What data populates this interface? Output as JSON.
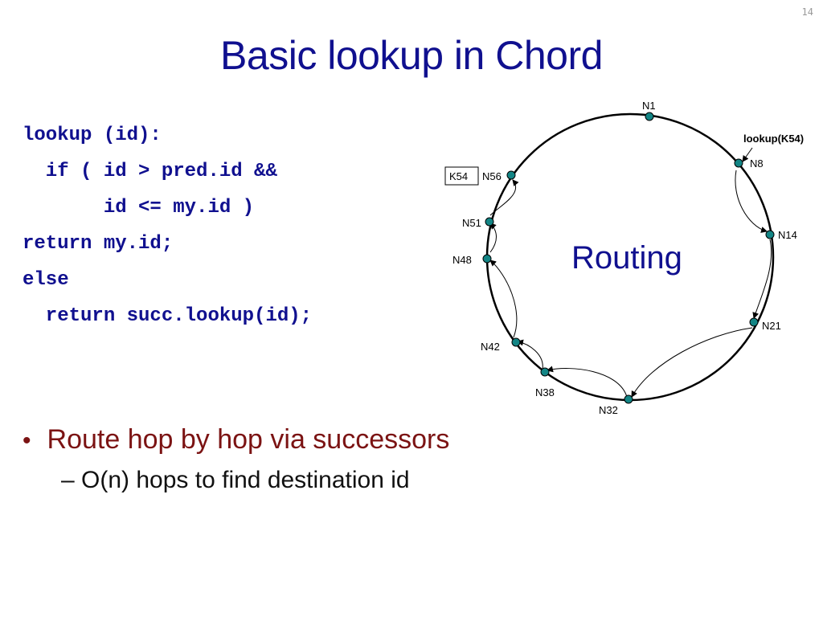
{
  "slide_number": "14",
  "title": "Basic lookup in Chord",
  "code": [
    "lookup (id):",
    "  if ( id > pred.id &&",
    "       id <= my.id )",
    "return my.id;",
    "else",
    "  return succ.lookup(id);"
  ],
  "diagram": {
    "center_label": "Routing",
    "lookup_label": "lookup(K54)",
    "key_label": "K54",
    "nodes": [
      "N1",
      "N8",
      "N14",
      "N21",
      "N32",
      "N38",
      "N42",
      "N48",
      "N51",
      "N56"
    ],
    "node_color": "#138585"
  },
  "bullets": {
    "level1": "Route hop by hop via successors",
    "level2": "O(n) hops to find destination id",
    "level2_prefix": "–"
  }
}
